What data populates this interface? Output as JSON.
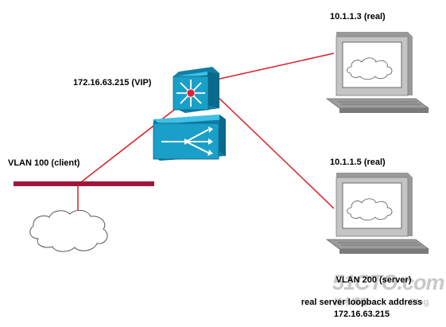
{
  "labels": {
    "vip": "172.16.63.215 (VIP)",
    "real1": "10.1.1.3 (real)",
    "real2": "10.1.1.5 (real)",
    "vlan100": "VLAN 100 (client)",
    "vlan200": "VLAN 200 (server)",
    "loopback_line1": "real server loopback address",
    "loopback_line2": "172.16.63.215"
  },
  "watermark": {
    "site": "51CTO.com",
    "tagline": "技术博客",
    "blog": "Blog"
  },
  "colors": {
    "link": "#d8202a",
    "vlan_bar": "#a0153a",
    "switch_blue": "#1aa0c8",
    "monitor_gray": "#c0c0c0"
  },
  "icons": {
    "switch": "multilayer-switch-icon",
    "content_switch": "content-switch-icon",
    "server1": "workstation-icon",
    "server2": "workstation-icon",
    "cloud": "cloud-icon"
  }
}
